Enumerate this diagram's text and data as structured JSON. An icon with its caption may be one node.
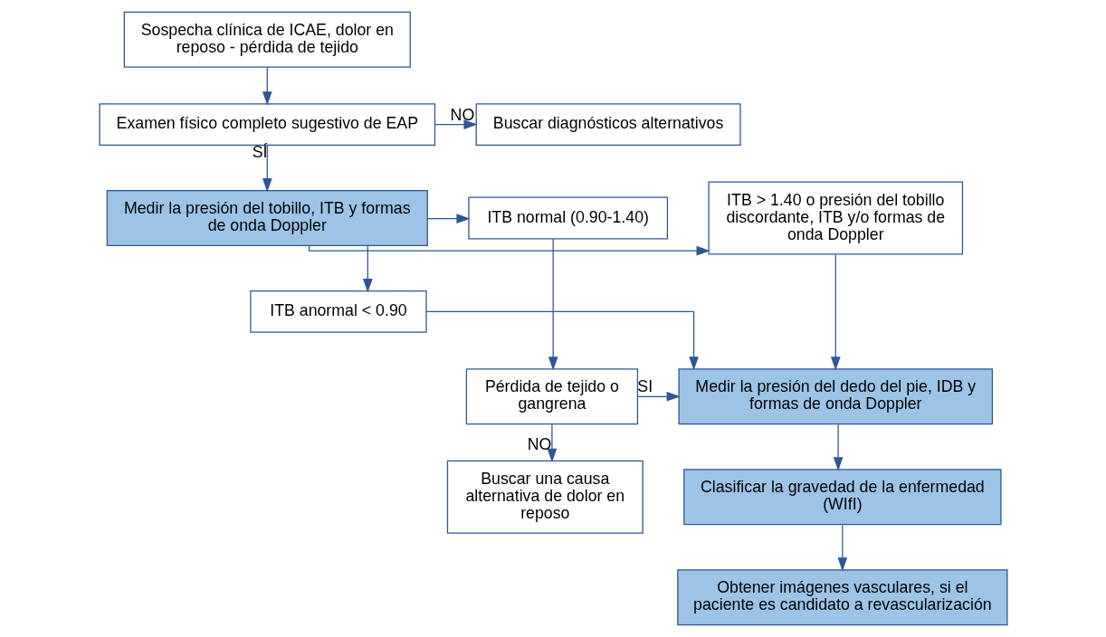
{
  "diagram": {
    "nodes": [
      {
        "text": [
          "Sospecha clínica de ICAE, dolor en reposo - pérdida de tejido"
        ]
      },
      {
        "text": [
          "Examen físico completo sugestivo de EAP"
        ]
      },
      {
        "text": [
          "Buscar diagnósticos alternativos"
        ]
      },
      {
        "text": [
          "ITB normal (0.90-1.40)"
        ]
      },
      {
        "text": [
          "Medir la presión del tobillo, ITB y formas de onda Doppler"
        ]
      },
      {
        "text": [
          "ITB > 1.40 o presión del tobillo discordante, ITB y/o formas de onda Doppler"
        ]
      },
      {
        "text": [
          "ITB anormal < 0.90"
        ]
      },
      {
        "text": [
          "Pérdida de tejido o gangrena"
        ]
      },
      {
        "text": [
          "Medir la presión del dedo del pie, IDB y formas de onda Doppler"
        ]
      },
      {
        "text": [
          "Buscar una causa alternativa de dolor en reposo"
        ]
      },
      {
        "text": [
          "Clasificar la gravedad de la enfermedad (WIfI)"
        ]
      },
      {
        "text": [
          "Obtener imágenes vasculares, si el paciente es candidato a revascularización"
        ]
      }
    ],
    "edges": [
      {
        "from": 0,
        "to": 1,
        "arrow": "to"
      },
      {
        "from": 1,
        "to": 2,
        "arrow": "to",
        "label": "NO"
      },
      {
        "from": 1,
        "to": 4,
        "arrow": "to",
        "label": "SÍ"
      },
      {
        "from": 4,
        "to": 3,
        "arrow": "to"
      },
      {
        "from": 4,
        "to": 5,
        "arrow": "to"
      },
      {
        "from": 4,
        "to": 6,
        "arrow": "to"
      },
      {
        "from": 3,
        "to": 7,
        "arrow": "to"
      },
      {
        "from": 6,
        "to": 8,
        "arrow": "to"
      },
      {
        "from": 5,
        "to": 8,
        "arrow": "to"
      },
      {
        "from": 7,
        "to": 8,
        "arrow": "to",
        "label": "SI"
      },
      {
        "from": 7,
        "to": 9,
        "arrow": "to",
        "label": "NO"
      },
      {
        "from": 8,
        "to": 10,
        "arrow": "to"
      },
      {
        "from": 10,
        "to": 11,
        "arrow": "to"
      }
    ]
  }
}
